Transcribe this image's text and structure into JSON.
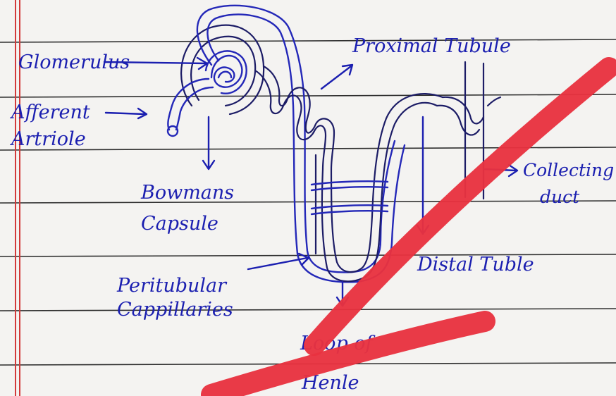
{
  "labels": {
    "glomerulus": "Glomerulus",
    "afferent_line1": "Afferent",
    "afferent_line2": "Artriole",
    "bowmans_line1": "Bowmans",
    "bowmans_line2": "Capsule",
    "peritubular_line1": "Peritubular",
    "peritubular_line2": "Cappillaries",
    "proximal": "Proximal Tubule",
    "collecting_line1": "Collecting",
    "collecting_line2": "duct",
    "distal": "Distal Tuble",
    "loop_line1": "Loop of",
    "loop_line2": "Henle"
  },
  "colors": {
    "paper": "#f4f3f1",
    "ink": "#1b1fb0",
    "rule_lines": "#2d2d2d",
    "margin_line": "#d23a3a",
    "cross_out": "#e8323f"
  }
}
